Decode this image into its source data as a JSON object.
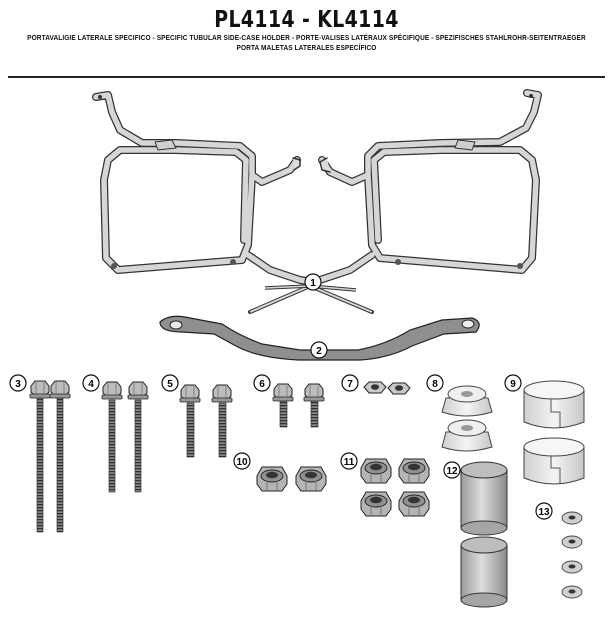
{
  "header": {
    "title": "PL4114 - KL4114",
    "subtitle_line1": "PORTAVALIGIE LATERALE SPECIFICO - SPECIFIC TUBULAR SIDE-CASE HOLDER - PORTE-VALISES LATÉRAUX SPÉCIFIQUE - SPEZIFISCHES STAHLROHR-SEITENTRAEGER",
    "subtitle_line2": "PORTA MALETAS LATERALES ESPECÍFICO"
  },
  "callouts": [
    "1",
    "2",
    "3",
    "4",
    "5",
    "6",
    "7",
    "8",
    "9",
    "10",
    "11",
    "12",
    "13"
  ],
  "colors": {
    "frame_fill": "#d4d4d4",
    "frame_stroke": "#333333",
    "bar_fill": "#8c8c8c",
    "metal": "#7a7a7a",
    "rubber": "#e8e8e8"
  }
}
